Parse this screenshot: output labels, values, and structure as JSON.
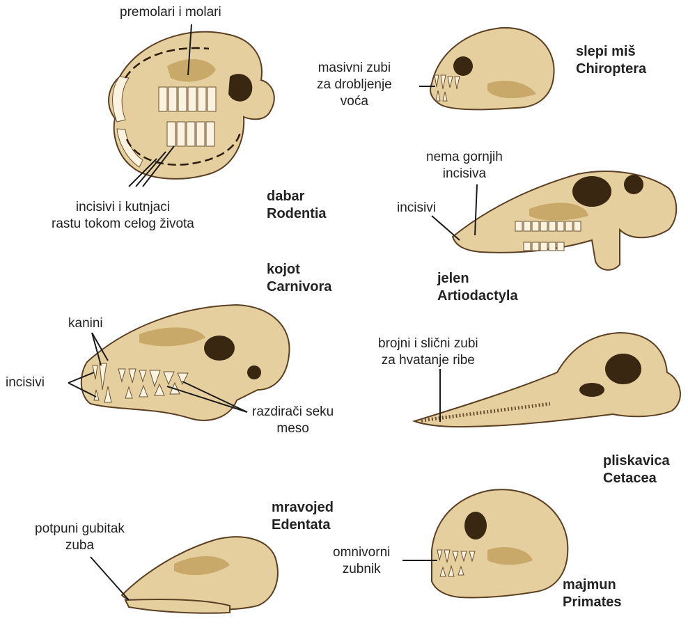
{
  "animals": {
    "beaver": {
      "common": "dabar",
      "order": "Rodentia"
    },
    "bat": {
      "common": "slepi miš",
      "order": "Chiroptera"
    },
    "deer": {
      "common": "jelen",
      "order": "Artiodactyla"
    },
    "coyote": {
      "common": "kojot",
      "order": "Carnivora"
    },
    "dolphin": {
      "common": "pliskavica",
      "order": "Cetacea"
    },
    "anteater": {
      "common": "mravojed",
      "order": "Edentata"
    },
    "monkey": {
      "common": "majmun",
      "order": "Primates"
    }
  },
  "labels": {
    "beaver_molars": "premolari i molari",
    "beaver_growth": [
      "incisivi i kutnjaci",
      "rastu tokom celog života"
    ],
    "bat_teeth": [
      "masivni zubi",
      "za drobljenje",
      "voća"
    ],
    "deer_no_upper": [
      "nema gornjih",
      "incisiva"
    ],
    "deer_incisors": "incisivi",
    "coyote_canines": "kanini",
    "coyote_incisors": "incisivi",
    "coyote_carnassials": [
      "razdirači seku",
      "meso"
    ],
    "dolphin_teeth": [
      "brojni i slični zubi",
      "za hvatanje ribe"
    ],
    "anteater_toothless": [
      "potpuni gubitak",
      "zuba"
    ],
    "monkey_teeth": [
      "omnivorni",
      "zubnik"
    ]
  },
  "colors": {
    "bone": "#e6cf9e",
    "bone_shade": "#c9a96a",
    "outline": "#5a3f22",
    "tooth": "#fbf3e0"
  }
}
